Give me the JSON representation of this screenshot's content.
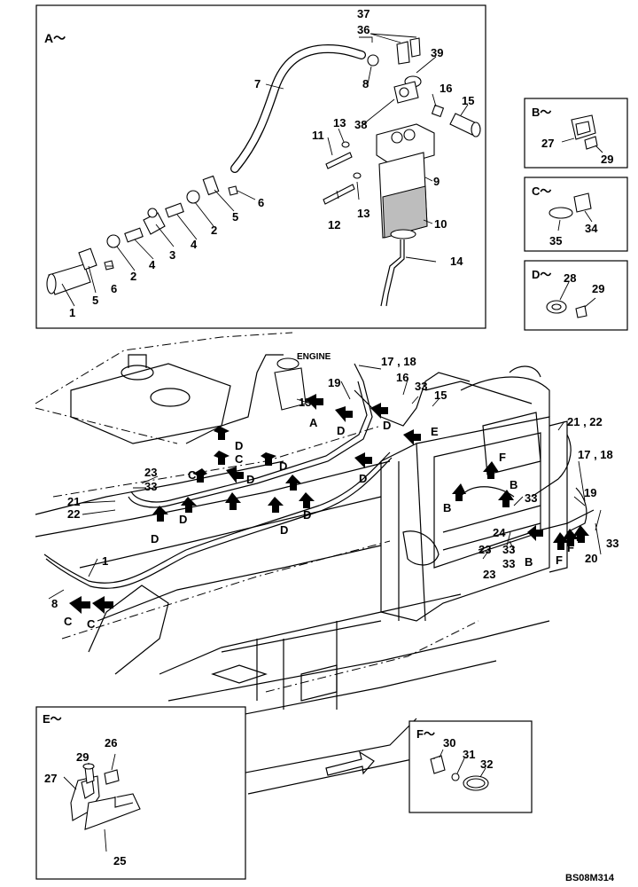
{
  "drawing_code": "BS08M314",
  "engine_label": "ENGINE",
  "panels": {
    "A": {
      "title": "A～"
    },
    "B": {
      "title": "B～"
    },
    "C": {
      "title": "C～"
    },
    "D": {
      "title": "D～"
    },
    "E": {
      "title": "E～"
    },
    "F": {
      "title": "F～"
    }
  },
  "callouts": {
    "a1": "1",
    "a2a": "2",
    "a2b": "2",
    "a3": "3",
    "a4a": "4",
    "a4b": "4",
    "a5a": "5",
    "a5b": "5",
    "a6a": "6",
    "a6b": "6",
    "a7": "7",
    "a8": "8",
    "a9": "9",
    "a10": "10",
    "a11": "11",
    "a12": "12",
    "a13a": "13",
    "a13b": "13",
    "a14": "14",
    "a15": "15",
    "a16": "16",
    "a36": "36",
    "a37": "37",
    "a38": "38",
    "a39": "39",
    "b27": "27",
    "b29": "29",
    "c34": "34",
    "c35": "35",
    "d28": "28",
    "d29": "29",
    "e25": "25",
    "e26": "26",
    "e27": "27",
    "e29": "29",
    "f30": "30",
    "f31": "31",
    "f32": "32",
    "m1": "1",
    "m8": "8",
    "m15": "15",
    "m16": "16",
    "m1718a": "17 , 18",
    "m1718b": "17 , 18",
    "m19a": "19",
    "m19b": "19",
    "m20": "20",
    "m2122a": "21",
    "m2122b": "22",
    "m2122c": "21 , 22",
    "m23a": "23",
    "m23b": "23",
    "m23c": "23",
    "m24": "24",
    "m33a": "33",
    "m33b": "33",
    "m33c": "33",
    "m33d": "33",
    "m33e": "33",
    "m33f": "33"
  },
  "view_letters": {
    "vA": "A",
    "vB1": "B",
    "vB2": "B",
    "vB3": "B",
    "vC1": "C",
    "vC2": "C",
    "vC3": "C",
    "vC4": "C",
    "vD1": "D",
    "vD2": "D",
    "vD3": "D",
    "vD4": "D",
    "vD5": "D",
    "vD6": "D",
    "vD7": "D",
    "vD8": "D",
    "vD9": "D",
    "vE": "E",
    "vF1": "F",
    "vF2": "F",
    "vF3": "F",
    "vF4": "F"
  }
}
